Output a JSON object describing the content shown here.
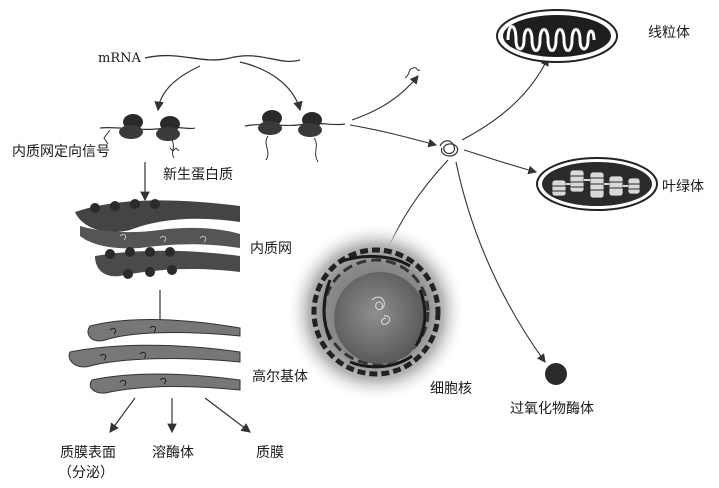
{
  "diagram": {
    "labels": {
      "mrna": "mRNA",
      "er_signal": "内质网定向信号",
      "new_protein": "新生蛋白质",
      "er": "内质网",
      "golgi": "高尔基体",
      "plasma_membrane": "质膜表面",
      "secretion": "（分泌）",
      "lysosome": "溶酶体",
      "membrane": "质膜",
      "nucleus": "细胞核",
      "peroxisome": "过氧化物酶体",
      "mitochondrion": "线粒体",
      "chloroplast": "叶绿体"
    }
  }
}
